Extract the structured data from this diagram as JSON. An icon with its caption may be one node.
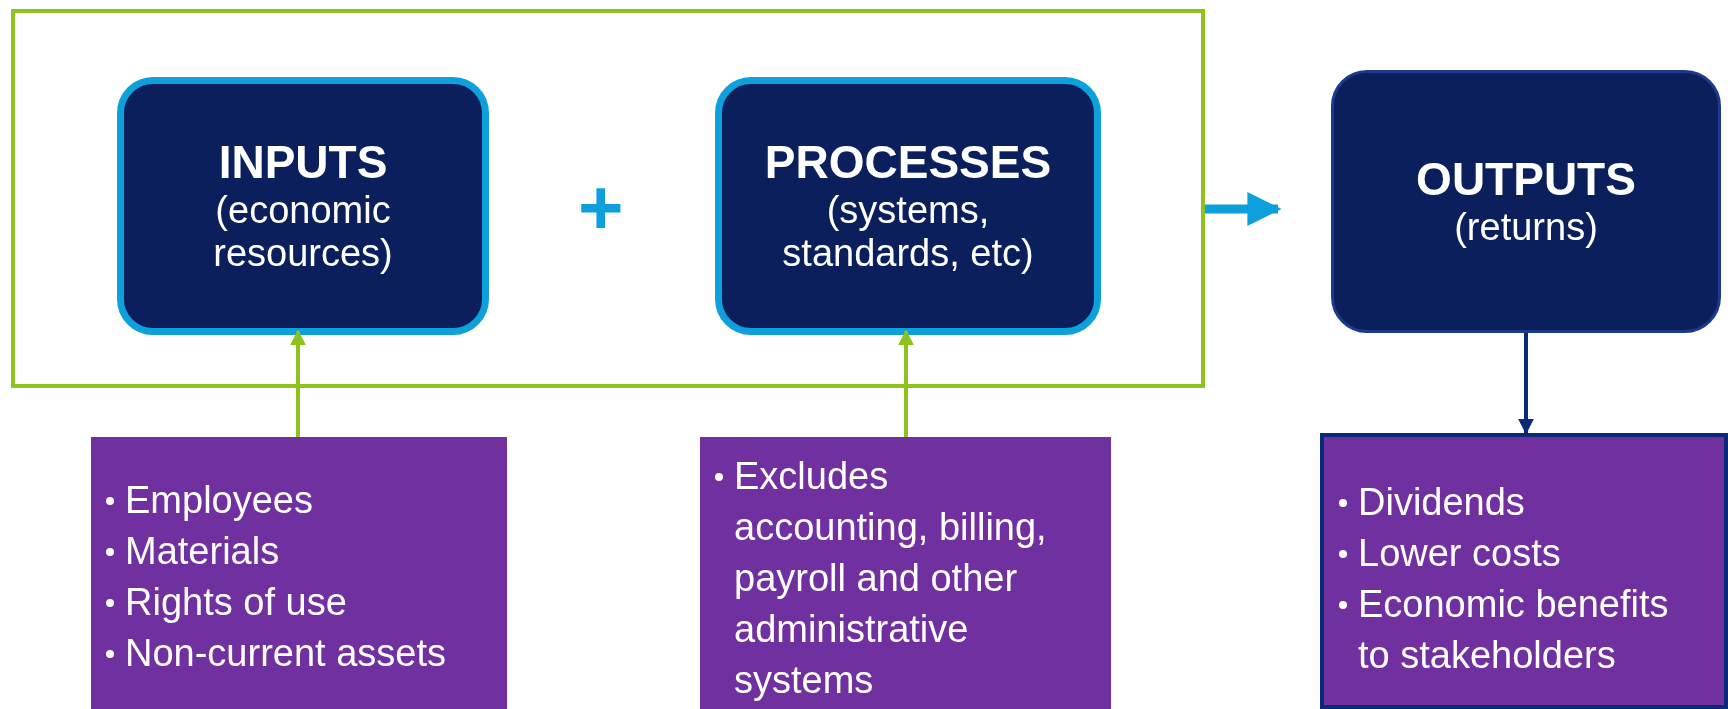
{
  "diagram": {
    "nodes": [
      {
        "text": [],
        "shape": "box"
      },
      {
        "text": [
          "INPUTS",
          "(economic resources)"
        ],
        "in": 0
      },
      {
        "text": [
          "PROCESSES",
          "(systems, standards, etc)"
        ],
        "in": 0
      },
      {
        "text": [
          "OUTPUTS",
          "(returns)"
        ]
      },
      {
        "text": [
          "Employees",
          "Materials",
          "Rights of use",
          "Non-current assets"
        ]
      },
      {
        "text": [
          "Excludes accounting, billing, payroll and other administrative systems"
        ]
      },
      {
        "text": [
          "Dividends",
          "Lower costs",
          "Economic benefits to stakeholders"
        ]
      }
    ],
    "edges": [
      {
        "from": 4,
        "to": 1,
        "arrow": "to",
        "color": "#8dc21f"
      },
      {
        "from": 5,
        "to": 2,
        "arrow": "to",
        "color": "#8dc21f"
      },
      {
        "from": 0,
        "to": 3,
        "arrow": "to",
        "style": "thick",
        "color": "#0da0dc"
      },
      {
        "from": 3,
        "to": 6,
        "arrow": "to",
        "color": "#0a2a78"
      }
    ],
    "labels": [
      "+"
    ]
  }
}
